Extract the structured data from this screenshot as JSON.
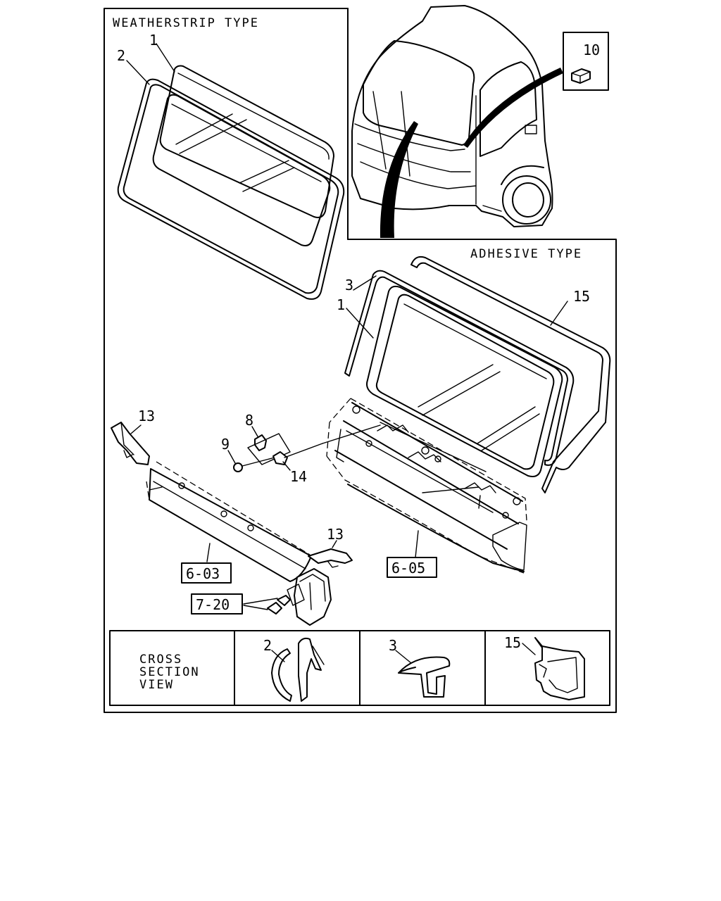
{
  "headers": {
    "weatherstrip_type": "WEATHERSTRIP TYPE",
    "adhesive_type": "ADHESIVE TYPE"
  },
  "callouts": {
    "c1_top": "1",
    "c2_top": "2",
    "c10": "10",
    "c3": "3",
    "c1_adhesive": "1",
    "c15": "15",
    "c13_left": "13",
    "c8": "8",
    "c9": "9",
    "c14": "14",
    "c13_right": "13"
  },
  "references": {
    "ref_603": "6-03",
    "ref_605": "6-05",
    "ref_720": "7-20"
  },
  "cross_section": {
    "title_line1": "CROSS",
    "title_line2": "SECTION",
    "title_line3": "VIEW",
    "sec_2": "2",
    "sec_3": "3",
    "sec_15": "15"
  }
}
